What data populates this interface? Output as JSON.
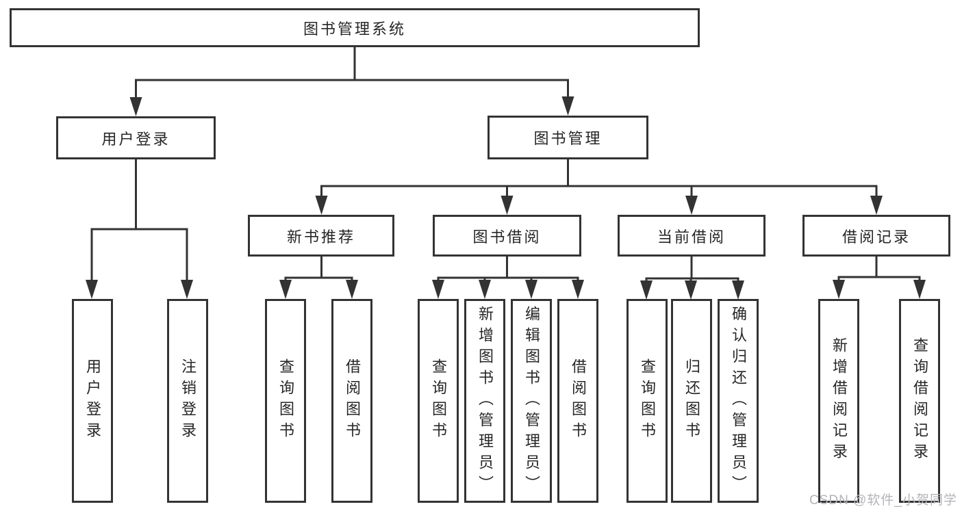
{
  "diagram": {
    "root": {
      "label": "图书管理系统"
    },
    "branches": [
      {
        "label": "用户登录",
        "children": [
          {
            "label": "用户登录"
          },
          {
            "label": "注销登录"
          }
        ]
      },
      {
        "label": "图书管理",
        "children": [
          {
            "label": "新书推荐",
            "children": [
              {
                "label": "查询图书"
              },
              {
                "label": "借阅图书"
              }
            ]
          },
          {
            "label": "图书借阅",
            "children": [
              {
                "label": "查询图书"
              },
              {
                "label": "新增图书（管理员）"
              },
              {
                "label": "编辑图书（管理员）"
              },
              {
                "label": "借阅图书"
              }
            ]
          },
          {
            "label": "当前借阅",
            "children": [
              {
                "label": "查询图书"
              },
              {
                "label": "归还图书"
              },
              {
                "label": "确认归还（管理员）"
              }
            ]
          },
          {
            "label": "借阅记录",
            "children": [
              {
                "label": "新增借阅记录"
              },
              {
                "label": "查询借阅记录"
              }
            ]
          }
        ]
      }
    ]
  },
  "watermark": {
    "text": "CSDN @软件_小贺同学"
  },
  "colors": {
    "line": "#333333",
    "box_border": "#333333",
    "box_fill": "#ffffff",
    "text": "#262626",
    "watermark": "#b4b4b9",
    "background": "#ffffff"
  }
}
